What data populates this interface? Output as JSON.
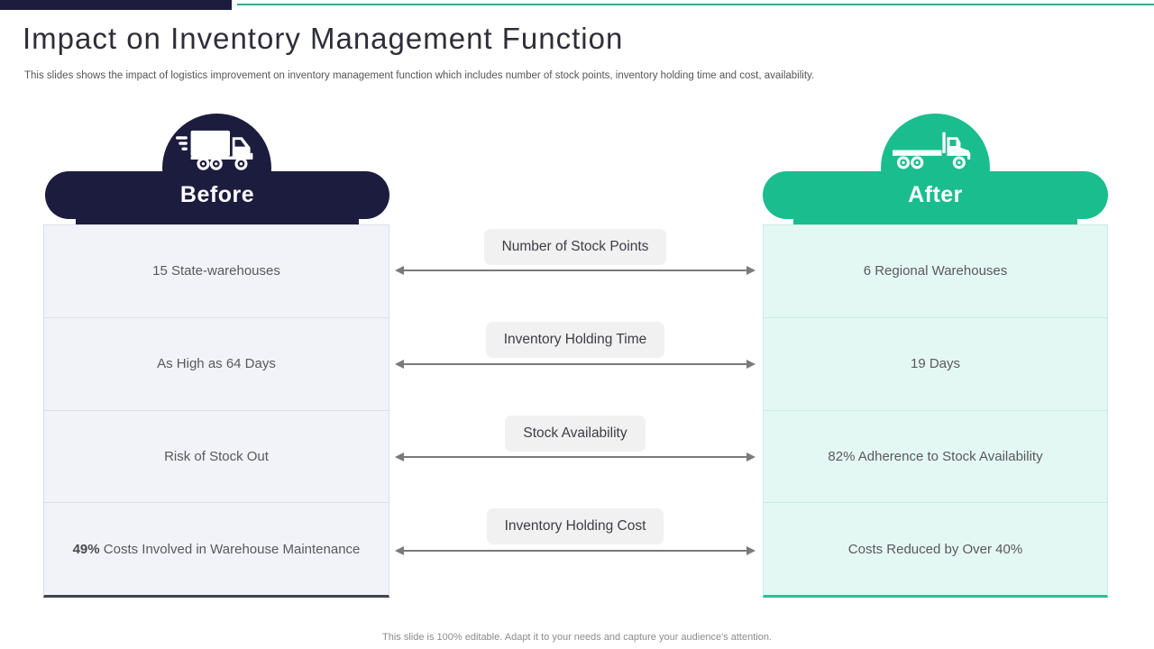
{
  "slide": {
    "title": "Impact on Inventory Management Function",
    "subtitle": "This slides shows the impact of logistics improvement on inventory management function which includes number of stock points, inventory holding time and cost, availability.",
    "footer": "This slide is 100% editable. Adapt it to your needs and capture your audience's attention."
  },
  "comparison": {
    "before": {
      "label": "Before",
      "icon": "delivery-truck-icon"
    },
    "after": {
      "label": "After",
      "icon": "flatbed-truck-icon"
    },
    "rows": [
      {
        "metric": "Number of Stock Points",
        "before": "15 State-warehouses",
        "after": "6 Regional Warehouses"
      },
      {
        "metric": "Inventory Holding Time",
        "before": "As High as 64 Days",
        "after": "19 Days"
      },
      {
        "metric": "Stock Availability",
        "before": "Risk of Stock Out",
        "after": "82% Adherence to Stock Availability"
      },
      {
        "metric": "Inventory Holding Cost",
        "before_bold": "49%",
        "before_text": " Costs Involved in Warehouse Maintenance",
        "after": "Costs Reduced by Over 40%"
      }
    ]
  },
  "colors": {
    "navy": "#1c1c3e",
    "green": "#1abd8e",
    "top_line_teal": "#35ab93",
    "before_cell_bg": "#f2f3f9",
    "after_cell_bg": "#e4f8f3",
    "metric_chip_bg": "#f1f1f2",
    "arrow_grey": "#7a7a7a"
  }
}
